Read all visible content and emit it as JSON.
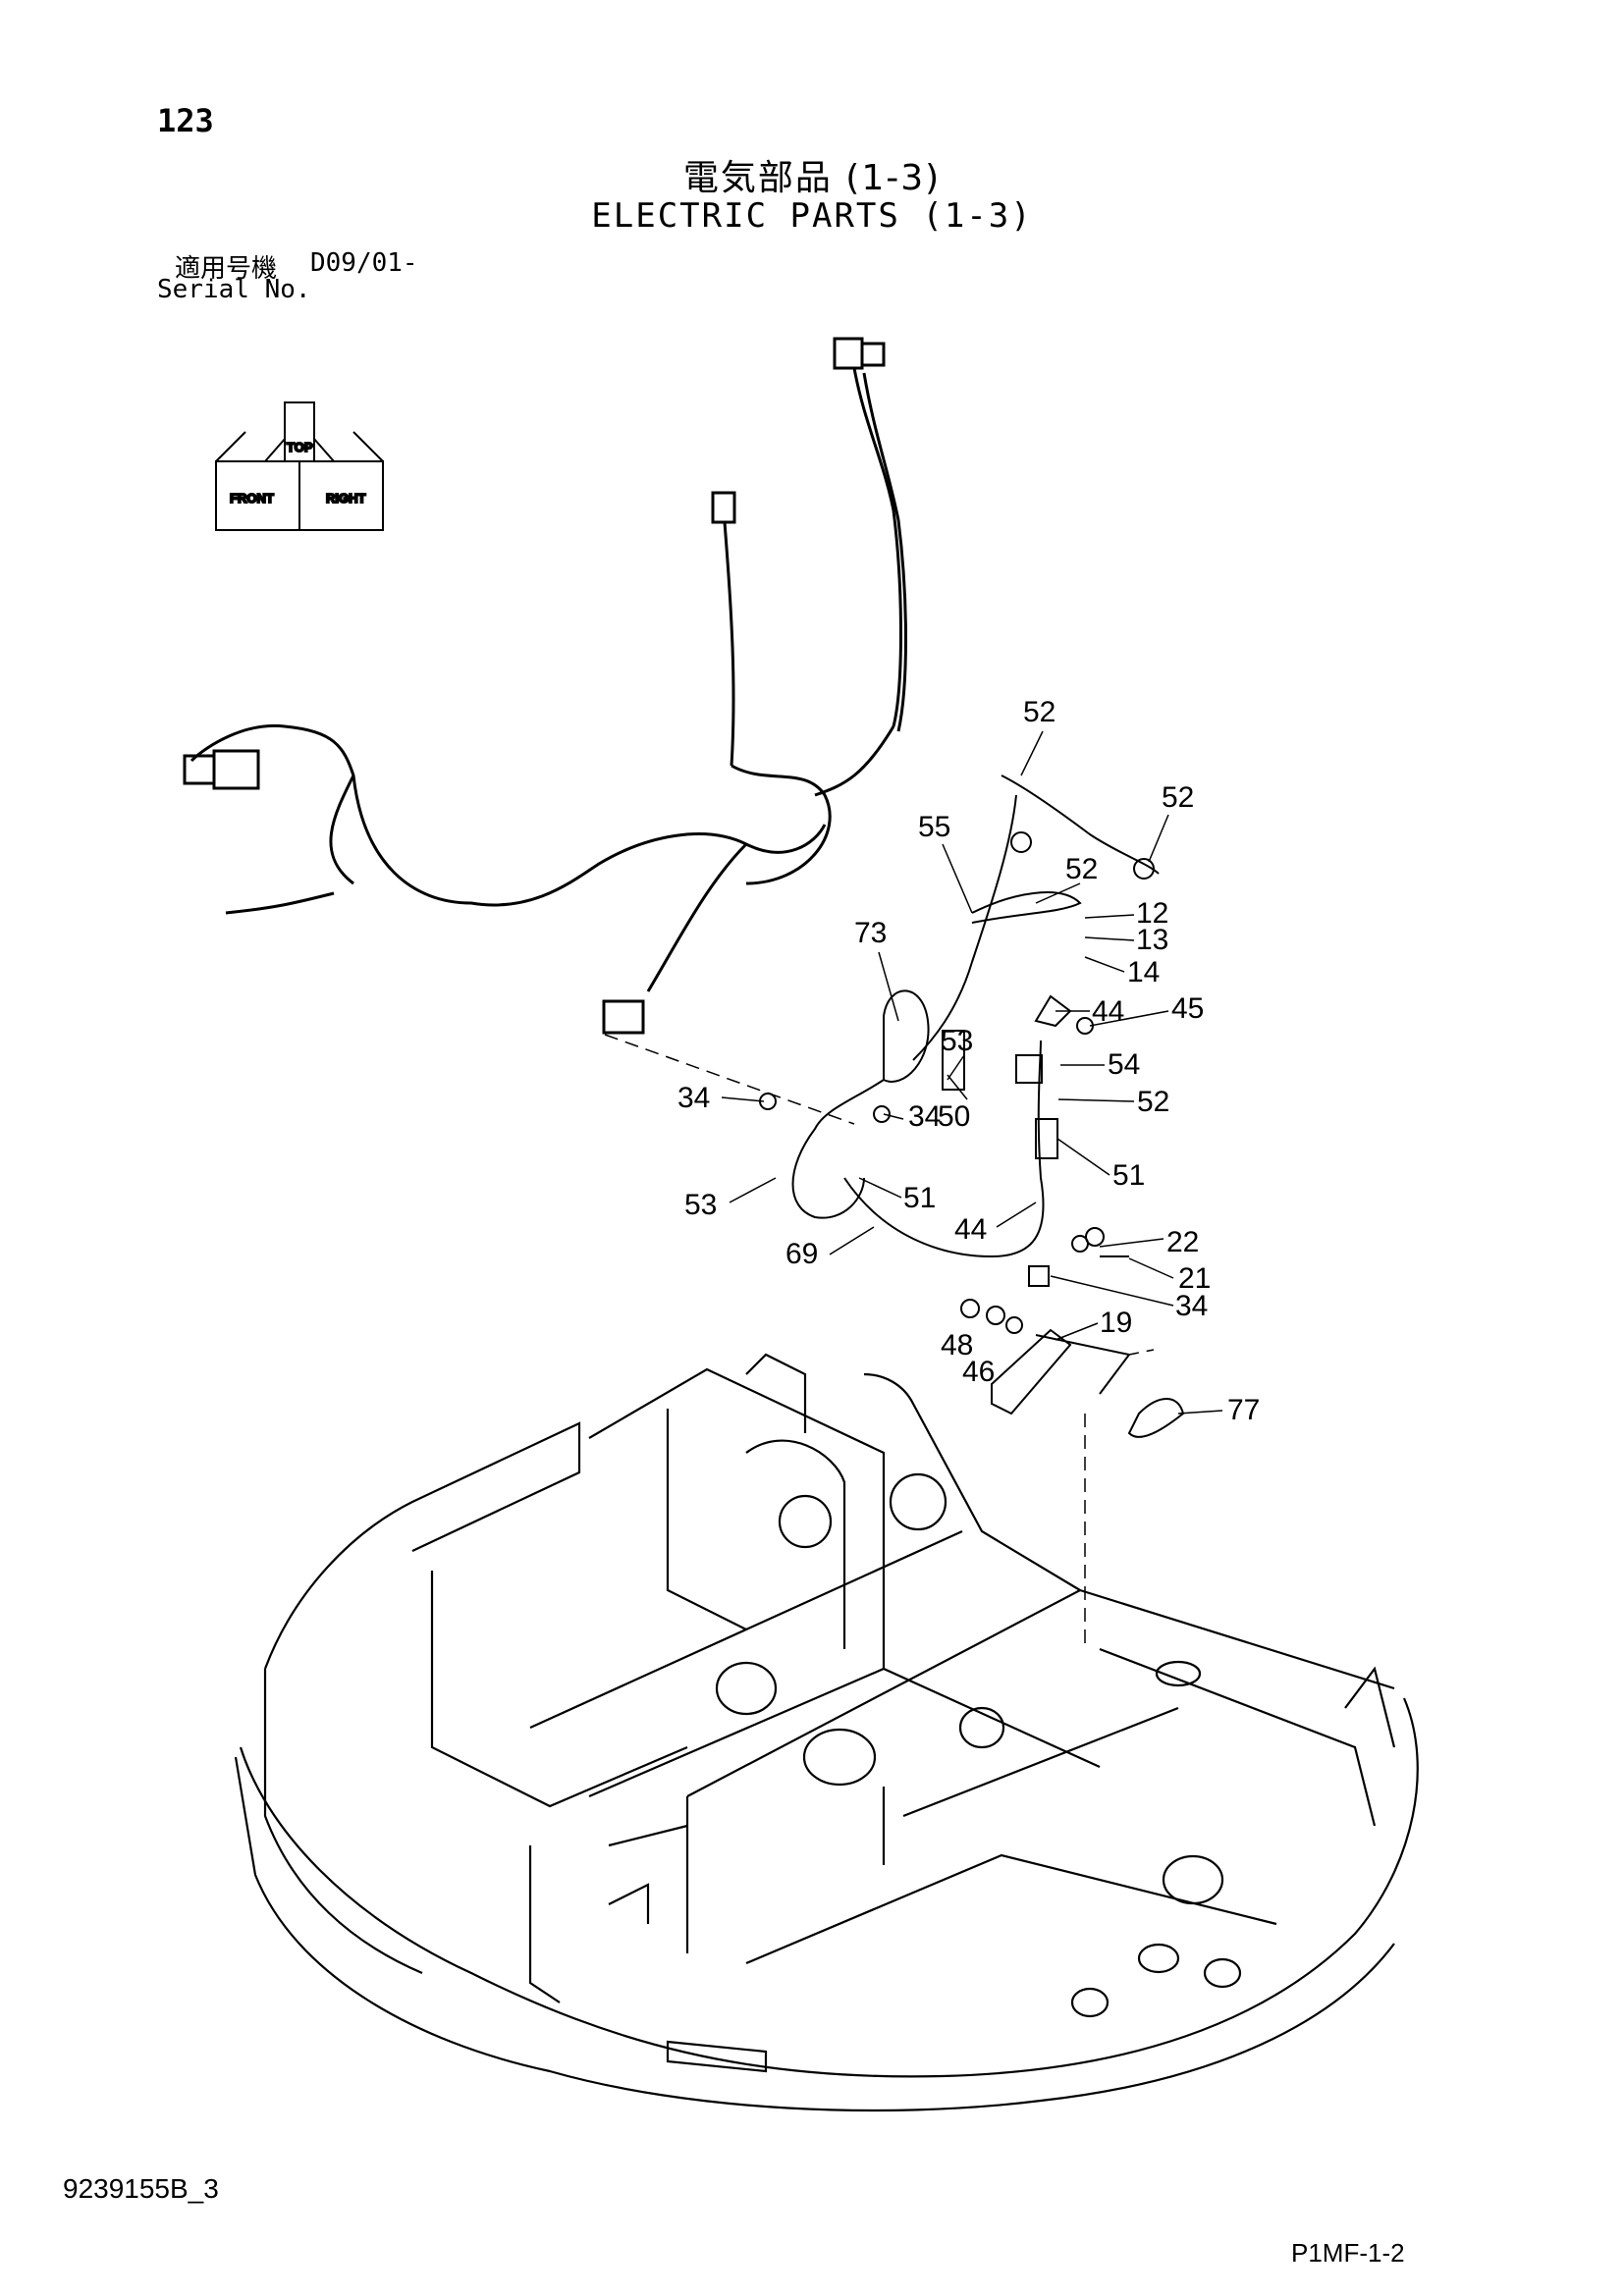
{
  "header": {
    "page_number": "123",
    "title_jp": "電気部品 (1-3)",
    "title_en": "ELECTRIC PARTS (1-3)",
    "serial_label_jp": "適用号機",
    "serial_code": "D09/01-",
    "serial_label_en": "Serial No."
  },
  "footer": {
    "doc_id": "9239155B_3",
    "page_code": "P1MF-1-2"
  },
  "orientation": {
    "front": "FRONT",
    "right": "RIGHT",
    "top": "TOP"
  },
  "callouts": [
    "52",
    "52",
    "55",
    "52",
    "12",
    "13",
    "14",
    "73",
    "44",
    "45",
    "53",
    "54",
    "34",
    "34",
    "50",
    "52",
    "53",
    "51",
    "51",
    "44",
    "22",
    "21",
    "69",
    "34",
    "48",
    "19",
    "46",
    "77"
  ]
}
